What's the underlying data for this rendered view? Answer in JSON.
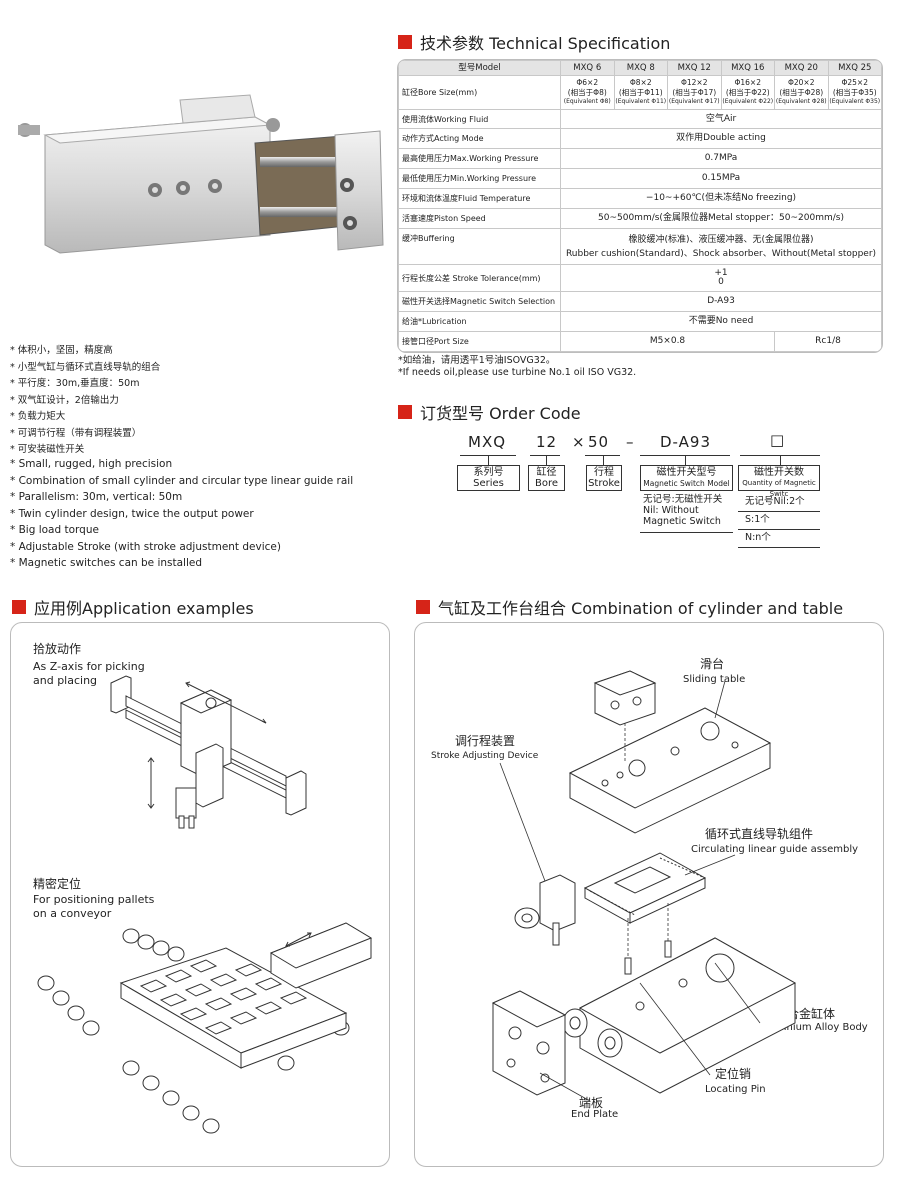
{
  "spec": {
    "title": "技术参数 Technical Specification",
    "header": {
      "model": "型号Model",
      "cols": [
        "MXQ 6",
        "MXQ 8",
        "MXQ 12",
        "MXQ 16",
        "MXQ 20",
        "MXQ 25"
      ]
    },
    "bore": {
      "label": "缸径Bore Size(mm)",
      "line1": [
        "Φ6×2",
        "Φ8×2",
        "Φ12×2",
        "Φ16×2",
        "Φ20×2",
        "Φ25×2"
      ],
      "line2": [
        "(相当于Φ8)",
        "(相当于Φ11)",
        "(相当于Φ17)",
        "(相当于Φ22)",
        "(相当于Φ28)",
        "(相当于Φ35)"
      ],
      "line3": [
        "(Equivalent Φ8)",
        "(Equivalent Φ11)",
        "(Equivalent Φ17)",
        "(Equivalent Φ22)",
        "(Equivalent Φ28)",
        "(Equivalent Φ35)"
      ]
    },
    "rows": [
      {
        "label": "使用流体Working Fluid",
        "value": "空气Air"
      },
      {
        "label": "动作方式Acting Mode",
        "value": "双作用Double acting"
      },
      {
        "label": "最高使用压力Max.Working Pressure",
        "value": "0.7MPa"
      },
      {
        "label": "最低使用压力Min.Working Pressure",
        "value": "0.15MPa"
      },
      {
        "label": "环境和流体温度Fluid Temperature",
        "value": "−10~+60℃(但未冻结No freezing)"
      },
      {
        "label": "活塞速度Piston Speed",
        "value": "50~500mm/s(金属限位器Metal stopper：50~200mm/s)"
      }
    ],
    "buffering": {
      "label": "缓冲Buffering",
      "line1": "橡胶缓冲(标准)、液压缓冲器、无(金属限位器)",
      "line2": "Rubber cushion(Standard)、Shock absorber、Without(Metal stopper)"
    },
    "tolerance": {
      "label": "行程长度公差 Stroke Tolerance(mm)",
      "top": "+1",
      "bottom": "0"
    },
    "switch": {
      "label": "磁性开关选择Magnetic Switch Selection",
      "value": "D-A93"
    },
    "lubrication": {
      "label": "给油*Lubrication",
      "value": "不需要No need"
    },
    "port": {
      "label": "接管口径Port Size",
      "value1": "M5×0.8",
      "value2": "Rc1/8"
    },
    "note1": "*如给油，请用透平1号油ISOVG32。",
    "note2": "*If needs oil,please use turbine No.1 oil ISO VG32."
  },
  "features": {
    "cn": [
      "* 体积小，坚固，精度高",
      "* 小型气缸与循环式直线导轨的组合",
      "* 平行度：30m,垂直度：50m",
      "* 双气缸设计，2倍输出力",
      "* 负载力矩大",
      "* 可调节行程（带有调程装置）",
      "* 可安装磁性开关"
    ],
    "en": [
      "* Small, rugged, high precision",
      "* Combination of small cylinder and circular type linear guide rail",
      "* Parallelism: 30m, vertical: 50m",
      "* Twin cylinder design, twice the output power",
      "* Big load torque",
      "* Adjustable Stroke (with stroke adjustment device)",
      "* Magnetic switches can be installed"
    ]
  },
  "order": {
    "title": "订货型号 Order Code",
    "code": {
      "series": "MXQ",
      "bore": "12",
      "x": "×",
      "stroke": "50",
      "dash": "–",
      "switch": "D-A93",
      "qty": "□"
    },
    "boxes": {
      "series": [
        "系列号",
        "Series"
      ],
      "bore": [
        "缸径",
        "Bore"
      ],
      "stroke": [
        "行程",
        "Stroke"
      ],
      "switch": [
        "磁性开关型号",
        "Magnetic Switch Model"
      ],
      "qty": [
        "磁性开关数",
        "Quantity of Magnetic Switc"
      ]
    },
    "switch_desc": [
      "无记号:无磁性开关",
      "Nil: Without",
      "Magnetic Switch"
    ],
    "qty_opts": [
      "无记号Nil:2个",
      "S:1个",
      "N:n个"
    ]
  },
  "apps": {
    "title": "应用例Application examples",
    "ex1": {
      "cn": "拾放动作",
      "en1": "As Z-axis for picking",
      "en2": "and placing"
    },
    "ex2": {
      "cn": "精密定位",
      "en1": "For positioning pallets",
      "en2": "on a conveyor"
    }
  },
  "combo": {
    "title": "气缸及工作台组合 Combination of cylinder and table",
    "parts": [
      {
        "cn": "滑台",
        "en": "Sliding table"
      },
      {
        "cn": "调行程装置",
        "en": "Stroke Adjusting Device"
      },
      {
        "cn": "循环式直线导轨组件",
        "en": "Circulating linear guide assembly"
      },
      {
        "cn": "铝合金缸体",
        "en": "Aluminium Alloy Body"
      },
      {
        "cn": "定位销",
        "en": "Locating Pin"
      },
      {
        "cn": "端板",
        "en": "End Plate"
      }
    ]
  },
  "colors": {
    "accent": "#d62418",
    "border": "#bbbbbb"
  }
}
